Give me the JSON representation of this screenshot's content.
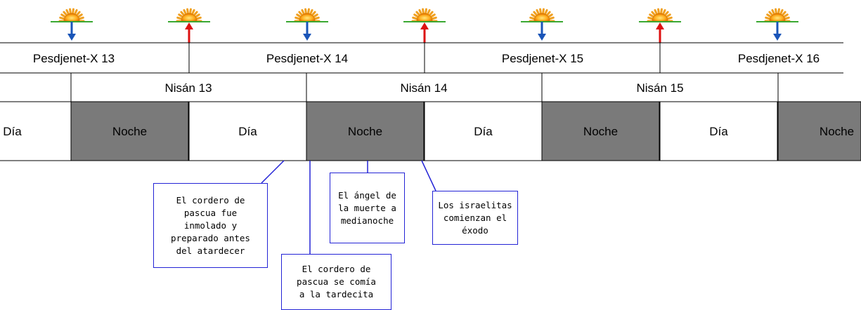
{
  "egyptian_days": [
    "Pesdjenet-X 13",
    "Pesdjenet-X 14",
    "Pesdjenet-X 15",
    "Pesdjenet-X 16"
  ],
  "hebrew_days": [
    "Nisán 13",
    "Nisán 14",
    "Nisán 15"
  ],
  "periods": [
    "Día",
    "Noche",
    "Día",
    "Noche",
    "Día",
    "Noche",
    "Día",
    "Noche"
  ],
  "sun_markers": [
    {
      "arrow": "down",
      "color": "#1a55b8",
      "icon": "sunrise-icon"
    },
    {
      "arrow": "up",
      "color": "#dd1111",
      "icon": "sunset-icon"
    },
    {
      "arrow": "down",
      "color": "#1a55b8",
      "icon": "sunrise-icon"
    },
    {
      "arrow": "up",
      "color": "#dd1111",
      "icon": "sunset-icon"
    },
    {
      "arrow": "down",
      "color": "#1a55b8",
      "icon": "sunrise-icon"
    },
    {
      "arrow": "up",
      "color": "#dd1111",
      "icon": "sunset-icon"
    },
    {
      "arrow": "down",
      "color": "#1a55b8",
      "icon": "sunrise-icon"
    }
  ],
  "notes": [
    {
      "lines": [
        "El cordero de",
        "pascua fue",
        "inmolado y",
        "preparado antes",
        "del atardecer"
      ]
    },
    {
      "lines": [
        "El cordero de",
        "pascua se comía",
        "a la tardecita"
      ]
    },
    {
      "lines": [
        "El ángel de",
        "la muerte a",
        "medianoche"
      ]
    },
    {
      "lines": [
        "Los israelitas",
        "comienzan el",
        "éxodo"
      ]
    }
  ],
  "colors": {
    "night_fill": "#7a7a7a",
    "day_fill": "#ffffff",
    "note_border": "#2323d6",
    "arrow_down": "#1a55b8",
    "arrow_up": "#dd1111",
    "horizon": "#3aa832"
  }
}
